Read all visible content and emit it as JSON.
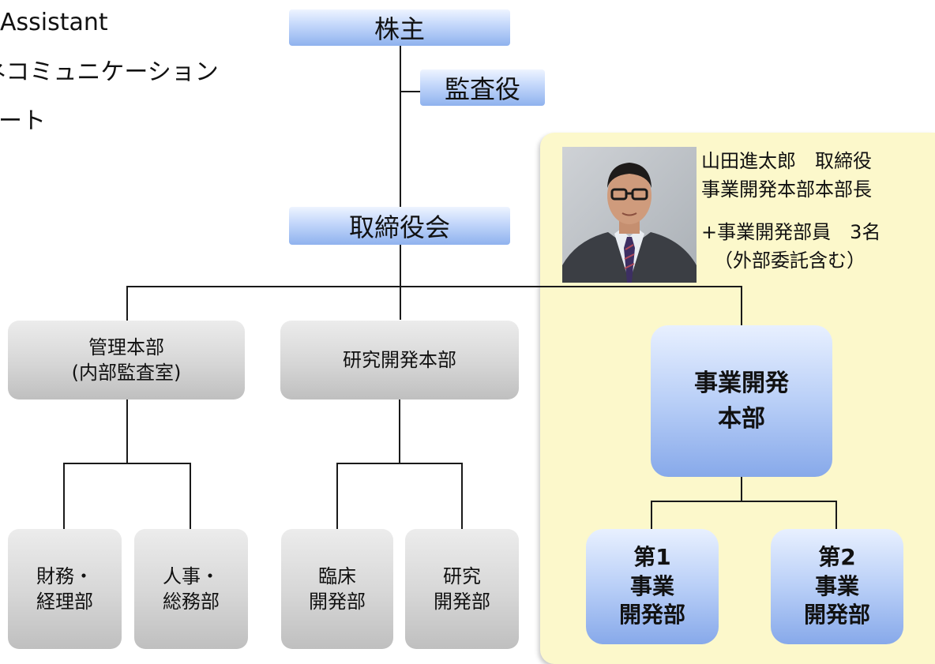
{
  "cutoff_text": [
    "Assistant",
    "ネコミュニケーション",
    "ート"
  ],
  "shareholders": "株主",
  "auditor": "監査役",
  "board": "取締役会",
  "departments": {
    "admin": [
      "管理本部",
      "(内部監査室)"
    ],
    "rnd": [
      "研究開発本部"
    ],
    "bizdev": [
      "事業開発",
      "本部"
    ]
  },
  "sub_departments": {
    "finance": [
      "財務・",
      "経理部"
    ],
    "hr": [
      "人事・",
      "総務部"
    ],
    "clinical": [
      "臨床",
      "開発部"
    ],
    "research": [
      "研究",
      "開発部"
    ],
    "bizdev1": [
      "第1",
      "事業",
      "開発部"
    ],
    "bizdev2": [
      "第2",
      "事業",
      "開発部"
    ]
  },
  "person": {
    "name_title": "山田進太郎　取締役",
    "role": "事業開発本部本部長",
    "staff": "+事業開発部員　3名",
    "staff_note": "（外部委託含む）"
  },
  "colors": {
    "blue_top": "#eef4ff",
    "blue_bottom": "#8fb2ee",
    "gray_top": "#ececec",
    "gray_bottom": "#bfbfbf",
    "panel": "#fcf8cb",
    "line": "#1a1a1a"
  }
}
